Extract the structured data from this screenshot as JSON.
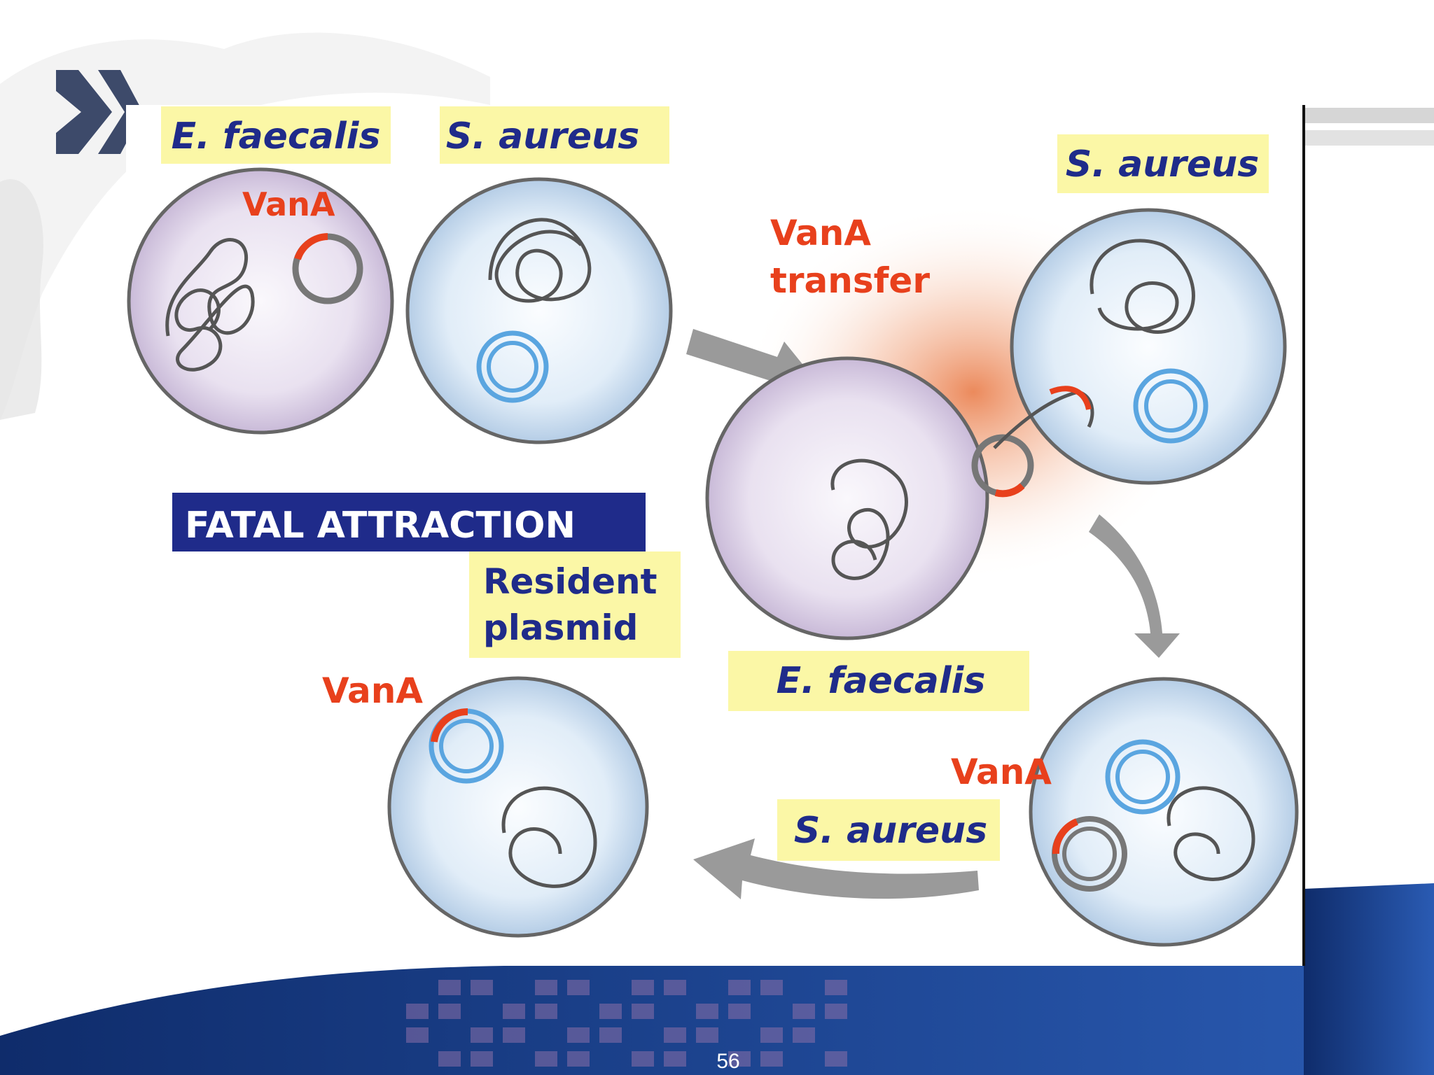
{
  "slide": {
    "page_number": "56",
    "colors": {
      "navy": "#1f2b8a",
      "label_bg": "#fbf7a6",
      "vana_red": "#e8401c",
      "plasmid_blue": "#5aa5e0",
      "footer_blue": "#1b3f86",
      "chevron": "#3d4a6a"
    },
    "icons": [
      "double-chevron-icon"
    ]
  },
  "diagram": {
    "labels": {
      "e_faecalis_1": "E. faecalis",
      "s_aureus_1": "S. aureus",
      "s_aureus_2": "S. aureus",
      "e_faecalis_2": "E. faecalis",
      "s_aureus_3": "S. aureus",
      "resident_line1": "Resident",
      "resident_line2": "plasmid",
      "vana_1": "VanA",
      "vana_transfer_line1": "VanA",
      "vana_transfer_line2": "transfer",
      "vana_3": "VanA",
      "vana_4": "VanA",
      "title_banner": "FATAL ATTRACTION"
    }
  }
}
